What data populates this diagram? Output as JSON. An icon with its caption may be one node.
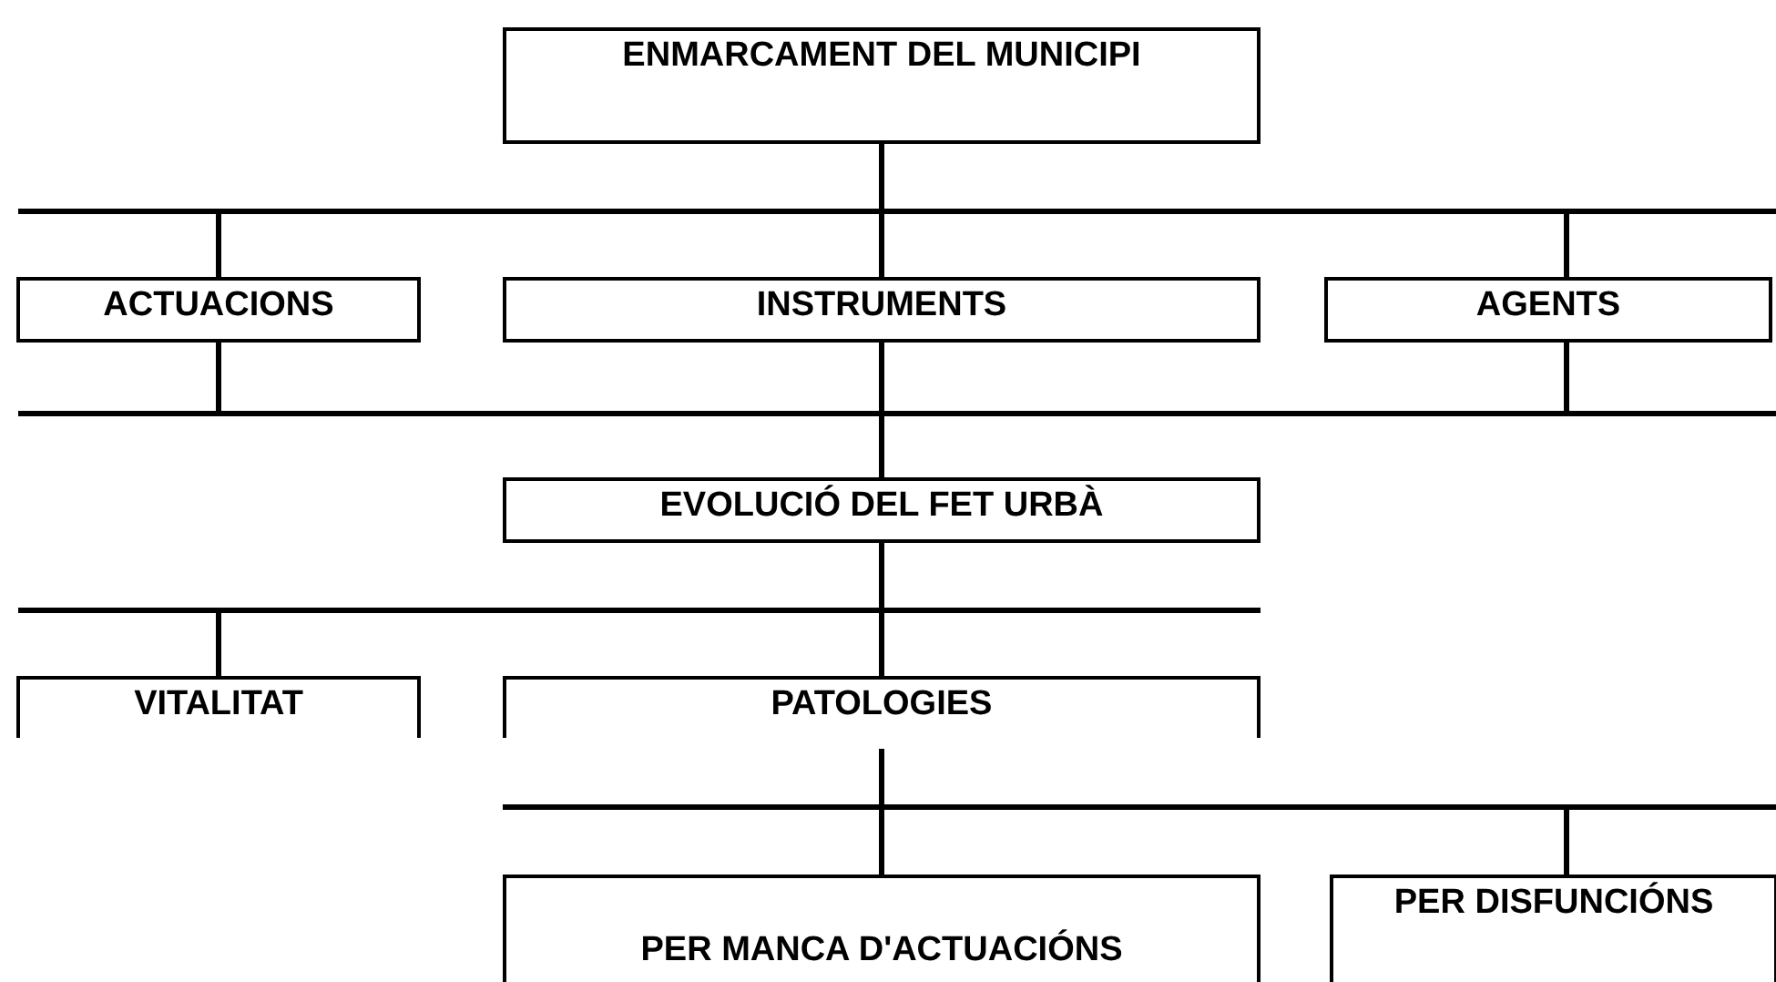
{
  "diagram": {
    "nodes": [
      {
        "text": [
          "ENMARCAMENT DEL MUNICIPI"
        ]
      },
      {
        "text": [
          "ACTUACIONS"
        ]
      },
      {
        "text": [
          "INSTRUMENTS"
        ]
      },
      {
        "text": [
          "AGENTS"
        ]
      },
      {
        "text": [
          "EVOLUCIÓ DEL FET URBÀ"
        ]
      },
      {
        "text": [
          "VITALITAT"
        ]
      },
      {
        "text": [
          "PATOLOGIES"
        ]
      },
      {
        "text": [
          "PER MANCA D'ACTUACIÓNS"
        ]
      },
      {
        "text": [
          "PER DISFUNCIÓNS"
        ]
      }
    ],
    "edges": [
      {
        "from": 0,
        "to": 1,
        "arrow": "none"
      },
      {
        "from": 0,
        "to": 2,
        "arrow": "none"
      },
      {
        "from": 0,
        "to": 3,
        "arrow": "none"
      },
      {
        "from": 1,
        "to": 4,
        "arrow": "none"
      },
      {
        "from": 2,
        "to": 4,
        "arrow": "none"
      },
      {
        "from": 3,
        "to": 4,
        "arrow": "none"
      },
      {
        "from": 4,
        "to": 5,
        "arrow": "none"
      },
      {
        "from": 4,
        "to": 6,
        "arrow": "none"
      },
      {
        "from": 6,
        "to": 7,
        "arrow": "none"
      },
      {
        "from": 6,
        "to": 8,
        "arrow": "none"
      }
    ]
  }
}
